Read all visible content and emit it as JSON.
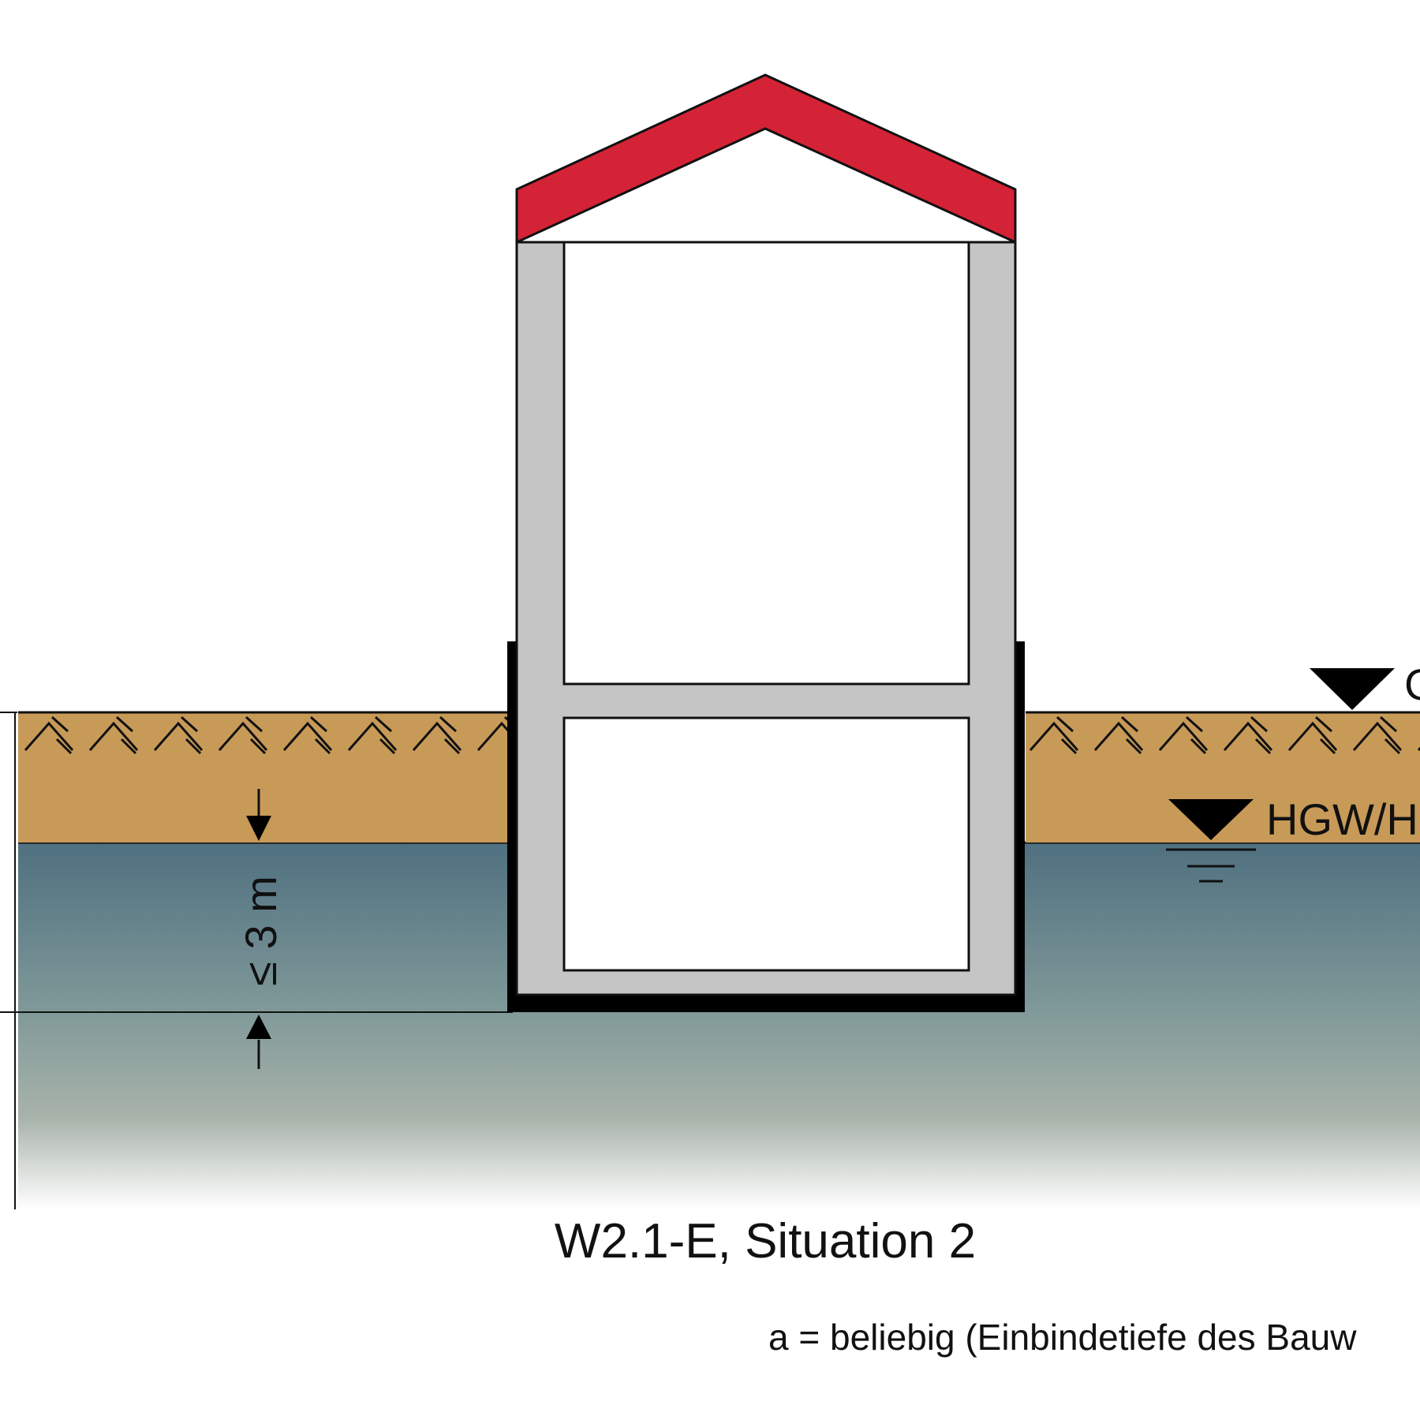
{
  "labels": {
    "ground_level_partial": "G",
    "groundwater_level_partial": "HGW/H",
    "dimension": "≤ 3 m",
    "title": "W2.1-E, Situation 2",
    "footnote_partial": "a = beliebig (Einbindetiefe des Bauw"
  },
  "colors": {
    "roof": "#d42336",
    "wall": "#c5c5c5",
    "soil": "#c89a58",
    "groundwater_top": "#4f7080",
    "groundwater_bottom": "#ffffff",
    "waterproofing": "#000000"
  },
  "icons": {
    "ground_level_marker": "down-triangle-icon",
    "groundwater_marker": "water-level-icon",
    "arrow_down": "arrow-down-icon",
    "arrow_up": "arrow-up-icon"
  },
  "dimension_value_m": 3
}
